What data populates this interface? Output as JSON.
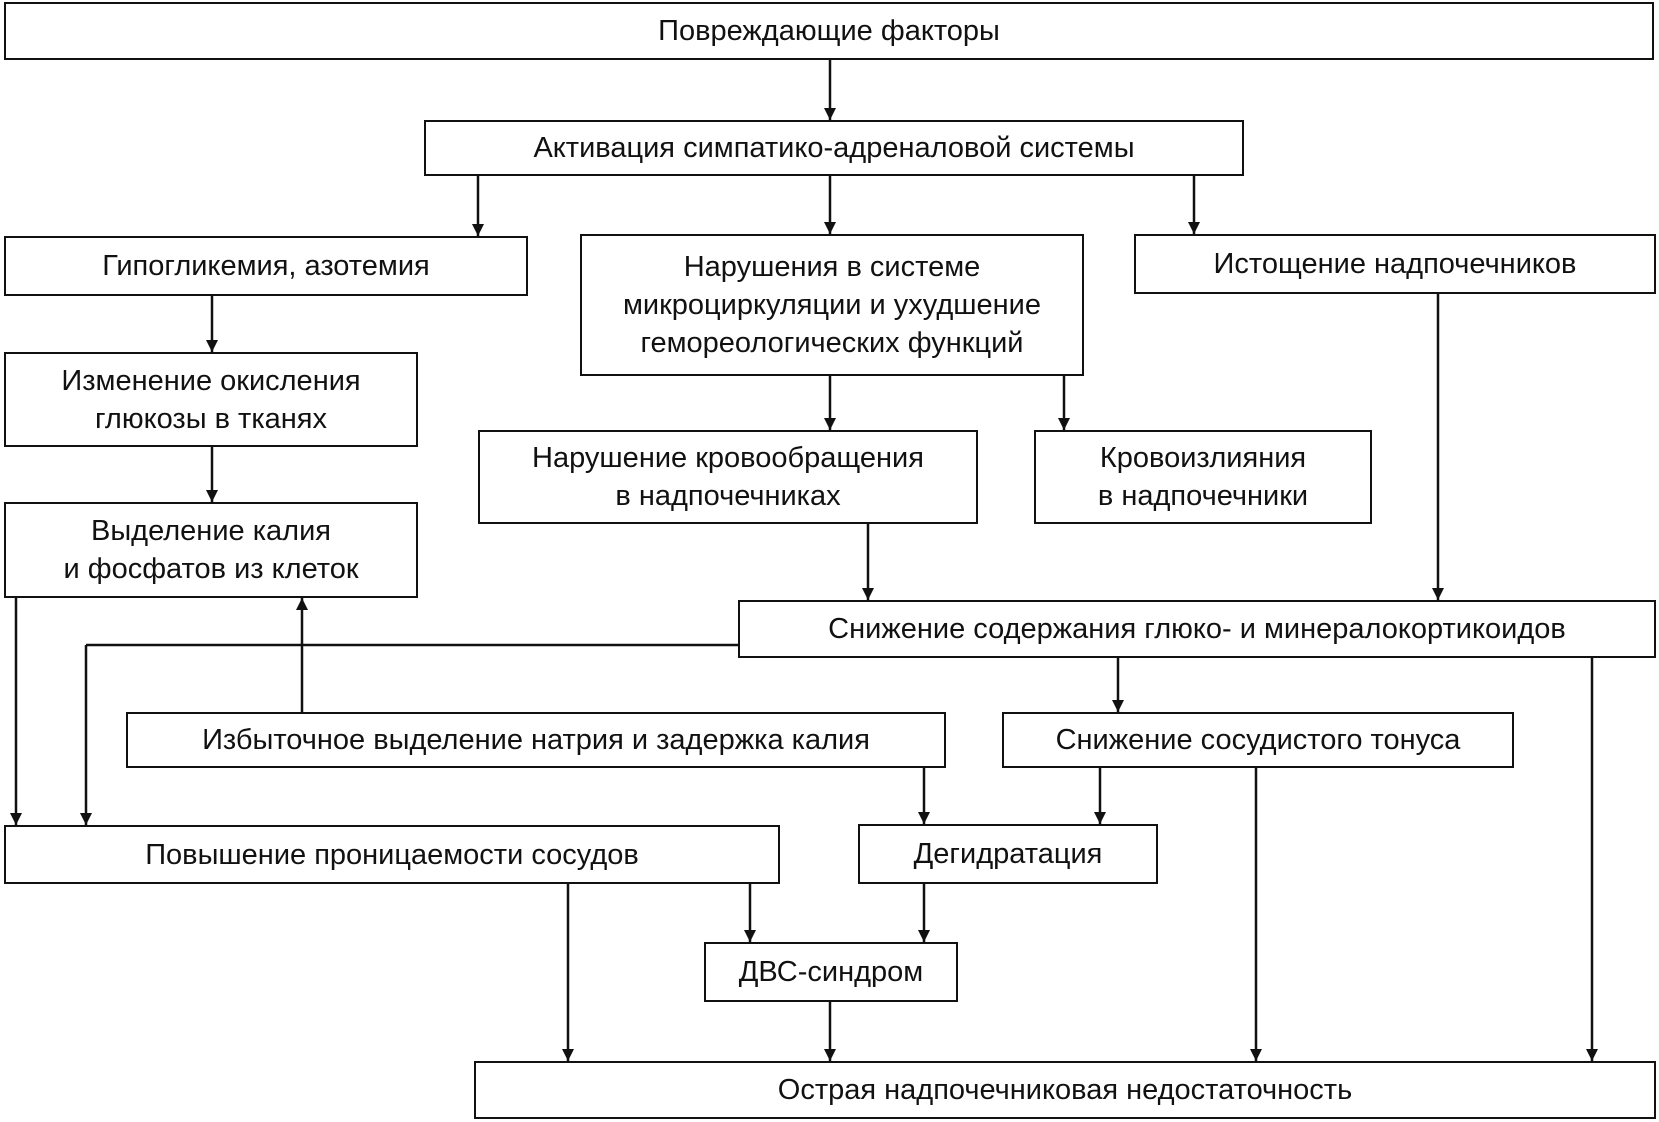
{
  "nodes": {
    "damaging_factors": "Повреждающие факторы",
    "sympathoadrenal_activation": "Активация симпатико-адреналовой системы",
    "hypoglycemia": "Гипогликемия, азотемия",
    "microcirculation": "Нарушения в системе\nмикроциркуляции и ухудшение\nгемореологических функций",
    "adrenal_exhaustion": "Истощение надпочечников",
    "glucose_oxidation": "Изменение окисления\nглюкозы в тканях",
    "adrenal_blood_flow": "Нарушение кровообращения\nв надпочечниках",
    "adrenal_hemorrhage": "Кровоизлияния\nв надпочечники",
    "potassium_release": "Выделение калия\nи фосфатов из клеток",
    "corticoid_decrease": "Снижение содержания глюко- и минералокортикоидов",
    "sodium_excretion": "Избыточное выделение натрия и задержка калия",
    "vascular_tone": "Снижение сосудистого тонуса",
    "vascular_permeability": "Повышение проницаемости сосудов",
    "dehydration": "Дегидратация",
    "dic": "ДВС-синдром",
    "acute_insufficiency": "Острая надпочечниковая недостаточность"
  }
}
